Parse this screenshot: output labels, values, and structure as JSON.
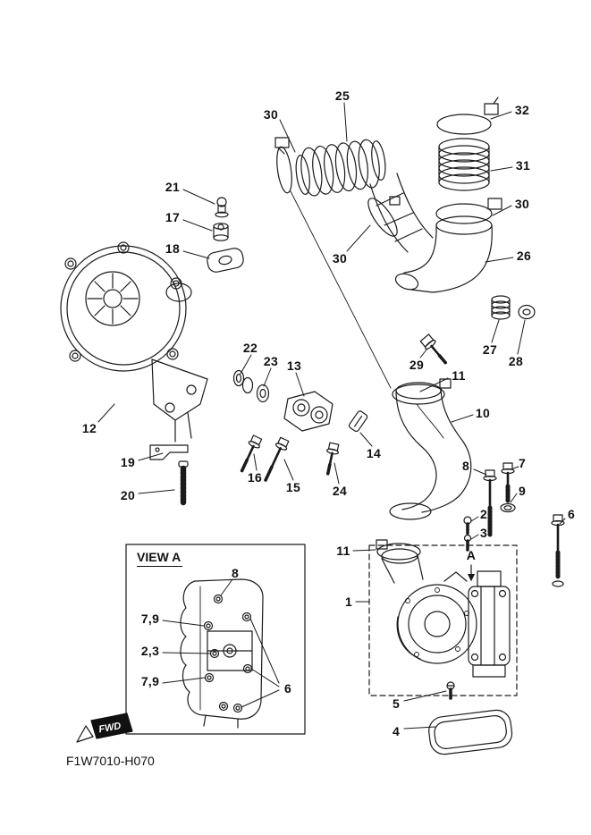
{
  "diagram": {
    "code": "F1W7010-H070",
    "fwd": "FWD",
    "colors": {
      "line": "#1a1a1a",
      "text": "#111111",
      "background": "#ffffff"
    },
    "inset": {
      "title": "VIEW A",
      "callouts": [
        {
          "label": "8"
        },
        {
          "label": "7,9"
        },
        {
          "label": "2,3"
        },
        {
          "label": "7,9"
        },
        {
          "label": "6"
        }
      ]
    },
    "callouts": [
      {
        "label": "30"
      },
      {
        "label": "25"
      },
      {
        "label": "32"
      },
      {
        "label": "31"
      },
      {
        "label": "30"
      },
      {
        "label": "26"
      },
      {
        "label": "21"
      },
      {
        "label": "17"
      },
      {
        "label": "18"
      },
      {
        "label": "30"
      },
      {
        "label": "27"
      },
      {
        "label": "28"
      },
      {
        "label": "29"
      },
      {
        "label": "22"
      },
      {
        "label": "23"
      },
      {
        "label": "13"
      },
      {
        "label": "11"
      },
      {
        "label": "10"
      },
      {
        "label": "12"
      },
      {
        "label": "14"
      },
      {
        "label": "19"
      },
      {
        "label": "16"
      },
      {
        "label": "15"
      },
      {
        "label": "24"
      },
      {
        "label": "20"
      },
      {
        "label": "8"
      },
      {
        "label": "7"
      },
      {
        "label": "9"
      },
      {
        "label": "2"
      },
      {
        "label": "3"
      },
      {
        "label": "6"
      },
      {
        "label": "11"
      },
      {
        "label": "1"
      },
      {
        "label": "A"
      },
      {
        "label": "5"
      },
      {
        "label": "4"
      }
    ]
  }
}
